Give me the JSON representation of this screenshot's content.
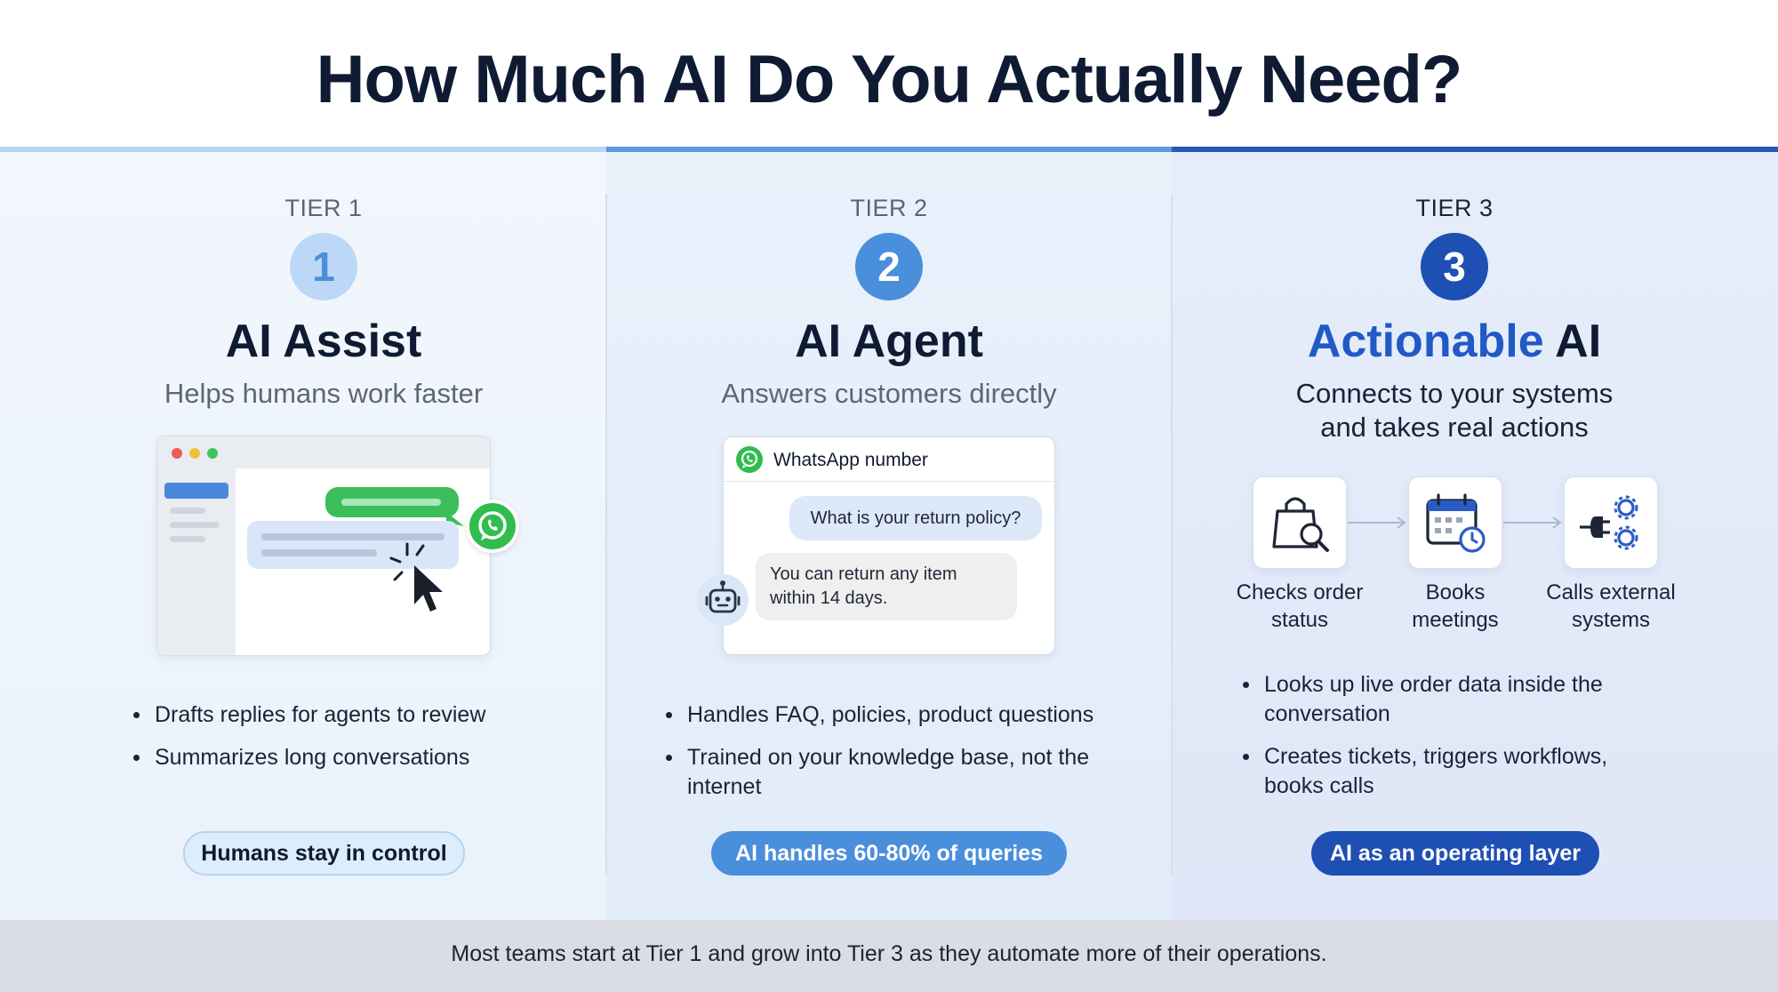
{
  "title": "How Much AI Do You Actually Need?",
  "colors": {
    "tier1": "#bcd8f6",
    "tier2": "#4a8fdb",
    "tier3": "#1e4fb3",
    "whatsapp": "#2fbd4e"
  },
  "tiers": [
    {
      "label": "TIER 1",
      "number": "1",
      "name": "AI Assist",
      "subtitle": "Helps humans work faster",
      "illustration": {
        "icons": [
          "app-window-icon",
          "whatsapp-icon",
          "cursor-click-icon"
        ]
      },
      "bullets": [
        "Drafts replies for agents to review",
        "Summarizes long conversations"
      ],
      "pill": "Humans stay in control"
    },
    {
      "label": "TIER 2",
      "number": "2",
      "name": "AI Agent",
      "subtitle": "Answers customers directly",
      "chat": {
        "header": "WhatsApp number",
        "user_message": "What is your return policy?",
        "bot_message_line1": "You can return any item",
        "bot_message_line2": "within 14 days."
      },
      "bullets": [
        "Handles FAQ, policies, product questions",
        "Trained on your knowledge base, not the internet"
      ],
      "pill": "AI handles 60-80% of queries"
    },
    {
      "label": "TIER 3",
      "number": "3",
      "name_part1": "Actionable",
      "name_part2": " AI",
      "subtitle_line1": "Connects to your systems",
      "subtitle_line2": "and takes real actions",
      "actions": [
        {
          "icon": "shopping-bag-search-icon",
          "label_line1": "Checks order",
          "label_line2": "status"
        },
        {
          "icon": "calendar-clock-icon",
          "label_line1": "Books",
          "label_line2": "meetings"
        },
        {
          "icon": "plug-gears-icon",
          "label_line1": "Calls external",
          "label_line2": "systems"
        }
      ],
      "bullets": [
        "Looks up live order data inside the conversation",
        "Creates tickets, triggers workflows, books calls"
      ],
      "pill": "AI as an operating layer"
    }
  ],
  "footer": "Most teams start at Tier 1 and grow into Tier 3 as they automate more of their operations."
}
